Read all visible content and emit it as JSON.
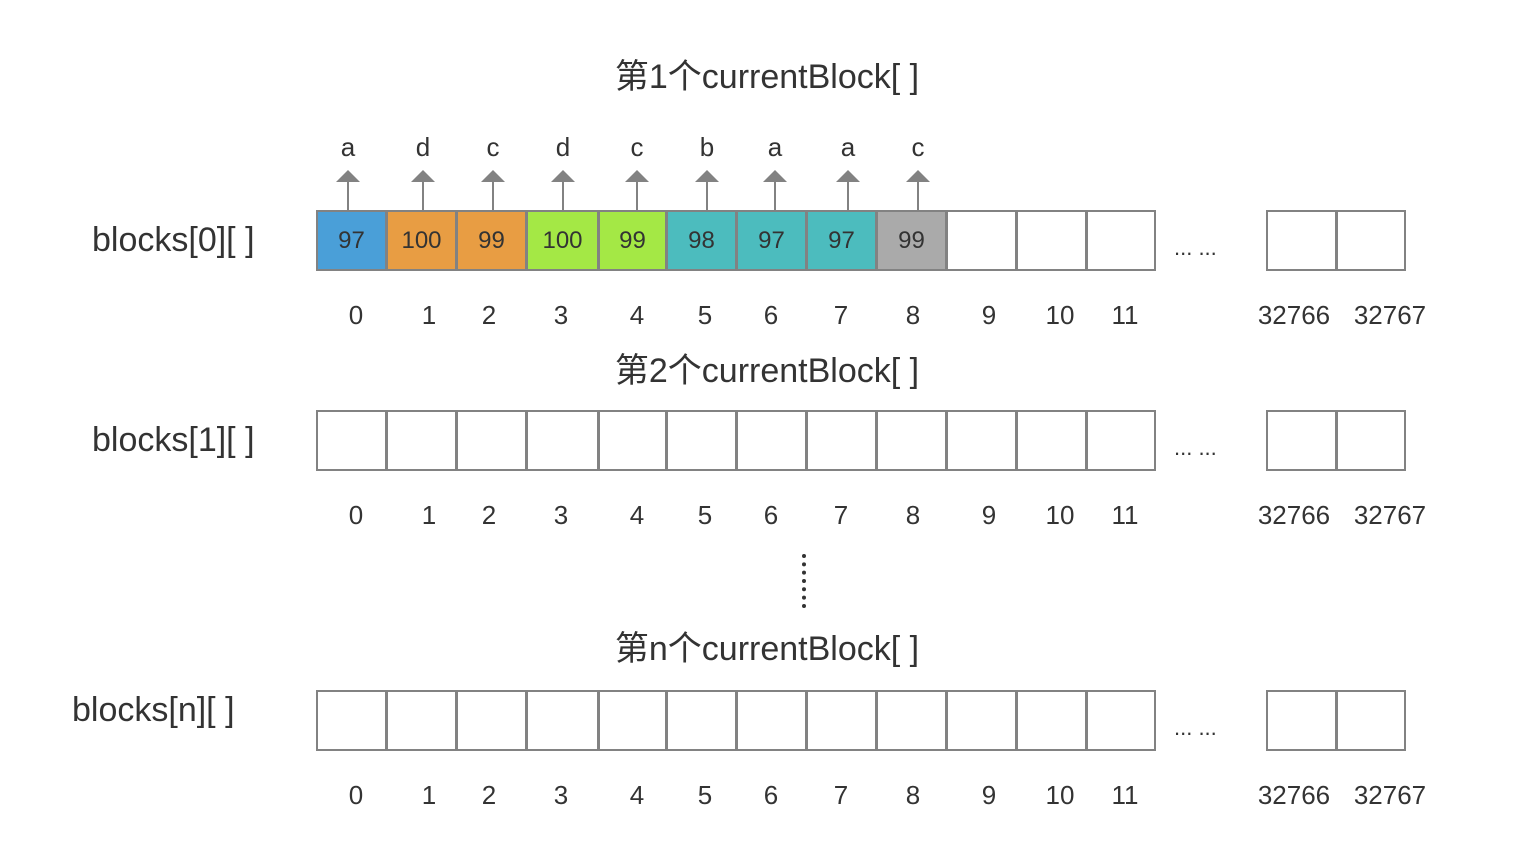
{
  "titles": [
    "第1个currentBlock[ ]",
    "第2个currentBlock[ ]",
    "第n个currentBlock[ ]"
  ],
  "rows": [
    {
      "label": "blocks[0][ ]",
      "cells": [
        "97",
        "100",
        "99",
        "100",
        "99",
        "98",
        "97",
        "97",
        "99",
        "",
        "",
        "",
        "",
        ""
      ],
      "cell_colors": [
        "#4a9fd8",
        "#e89d43",
        "#e89d43",
        "#a4e845",
        "#a4e845",
        "#4cbcbe",
        "#4cbcbe",
        "#4cbcbe",
        "#aaaaaa",
        "#ffffff",
        "#ffffff",
        "#ffffff",
        "#ffffff",
        "#ffffff"
      ],
      "chars": [
        "a",
        "d",
        "c",
        "d",
        "c",
        "b",
        "a",
        "a",
        "c"
      ]
    },
    {
      "label": "blocks[1][ ]",
      "cells": [
        "",
        "",
        "",
        "",
        "",
        "",
        "",
        "",
        "",
        "",
        "",
        "",
        "",
        ""
      ],
      "cell_colors": [
        "#ffffff",
        "#ffffff",
        "#ffffff",
        "#ffffff",
        "#ffffff",
        "#ffffff",
        "#ffffff",
        "#ffffff",
        "#ffffff",
        "#ffffff",
        "#ffffff",
        "#ffffff",
        "#ffffff",
        "#ffffff"
      ],
      "chars": []
    },
    {
      "label": "blocks[n][ ]",
      "cells": [
        "",
        "",
        "",
        "",
        "",
        "",
        "",
        "",
        "",
        "",
        "",
        "",
        "",
        ""
      ],
      "cell_colors": [
        "#ffffff",
        "#ffffff",
        "#ffffff",
        "#ffffff",
        "#ffffff",
        "#ffffff",
        "#ffffff",
        "#ffffff",
        "#ffffff",
        "#ffffff",
        "#ffffff",
        "#ffffff",
        "#ffffff",
        "#ffffff"
      ],
      "chars": []
    }
  ],
  "indices": [
    "0",
    "1",
    "2",
    "3",
    "4",
    "5",
    "6",
    "7",
    "8",
    "9",
    "10",
    "11",
    "32766",
    "32767"
  ],
  "ellipsis": "... ...",
  "colors": {
    "border": "#828282",
    "text": "#333333",
    "arrow": "#828282"
  }
}
